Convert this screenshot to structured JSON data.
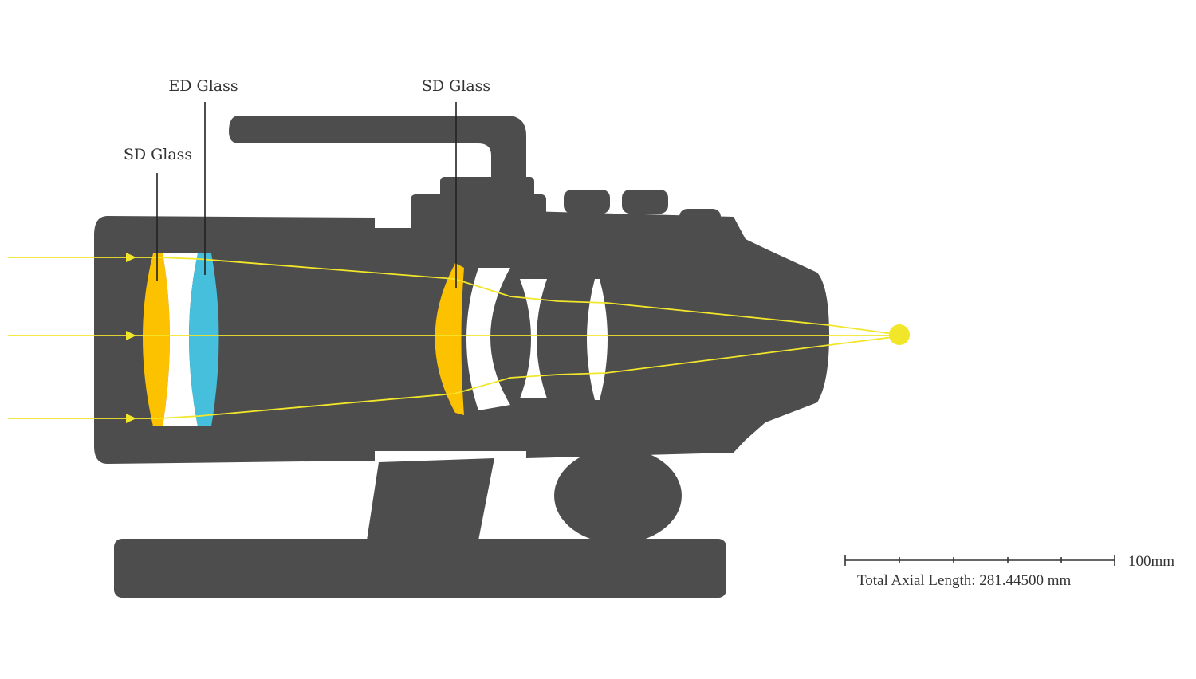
{
  "colors": {
    "body": "#4d4d4d",
    "sd_glass": "#fcc200",
    "ed_glass": "#45bfdc",
    "plain_glass": "#ffffff",
    "ray": "#f2e62a",
    "focus_point": "#f2e62a",
    "leader": "#222222",
    "text": "#333333"
  },
  "labels": {
    "sd_glass_front": "SD Glass",
    "ed_glass": "ED Glass",
    "sd_glass_rear": "SD Glass"
  },
  "scale_bar": {
    "unit_label": "100mm",
    "ticks": 6
  },
  "caption": "Total Axial Length: 281.44500 mm",
  "icons": {
    "incoming_rays": "arrow-right-icon",
    "focal_point": "dot-icon"
  }
}
